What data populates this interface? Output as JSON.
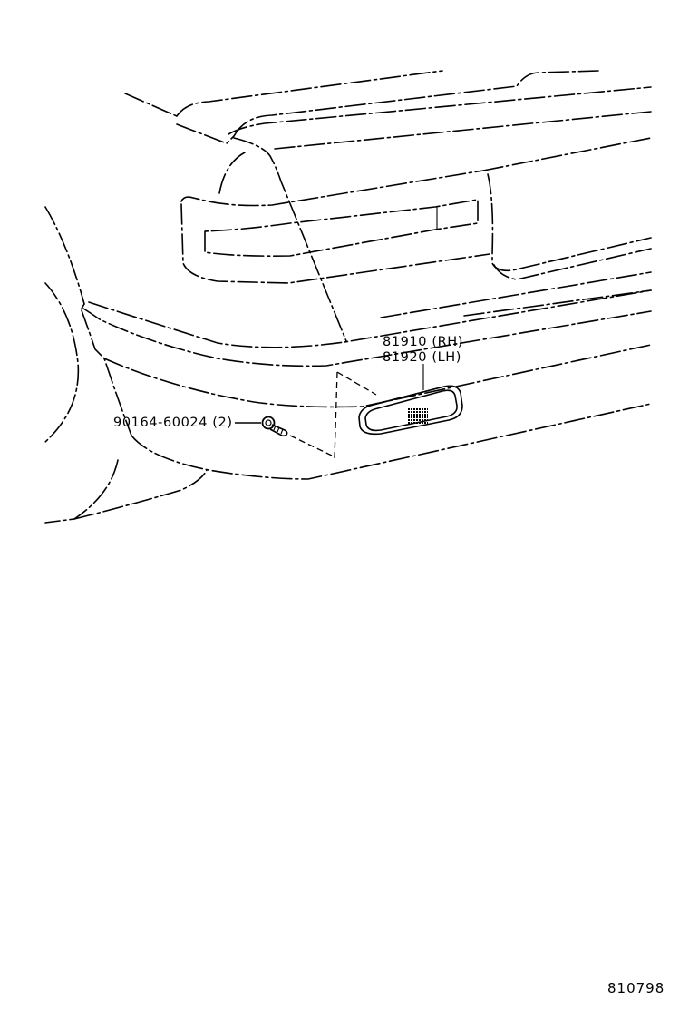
{
  "diagram": {
    "type": "exploded parts illustration",
    "subject": "rear bumper side marker lamp",
    "callouts": [
      {
        "part_number": "81910",
        "side": "(RH)",
        "text": "81910 (RH)"
      },
      {
        "part_number": "81920",
        "side": "(LH)",
        "text": "81920 (LH)"
      },
      {
        "part_number": "90164-60024",
        "qty": "(2)",
        "text": "90164-60024 (2)"
      }
    ],
    "reference_number": "810798",
    "colors": {
      "line": "#000000",
      "background": "#ffffff"
    }
  }
}
